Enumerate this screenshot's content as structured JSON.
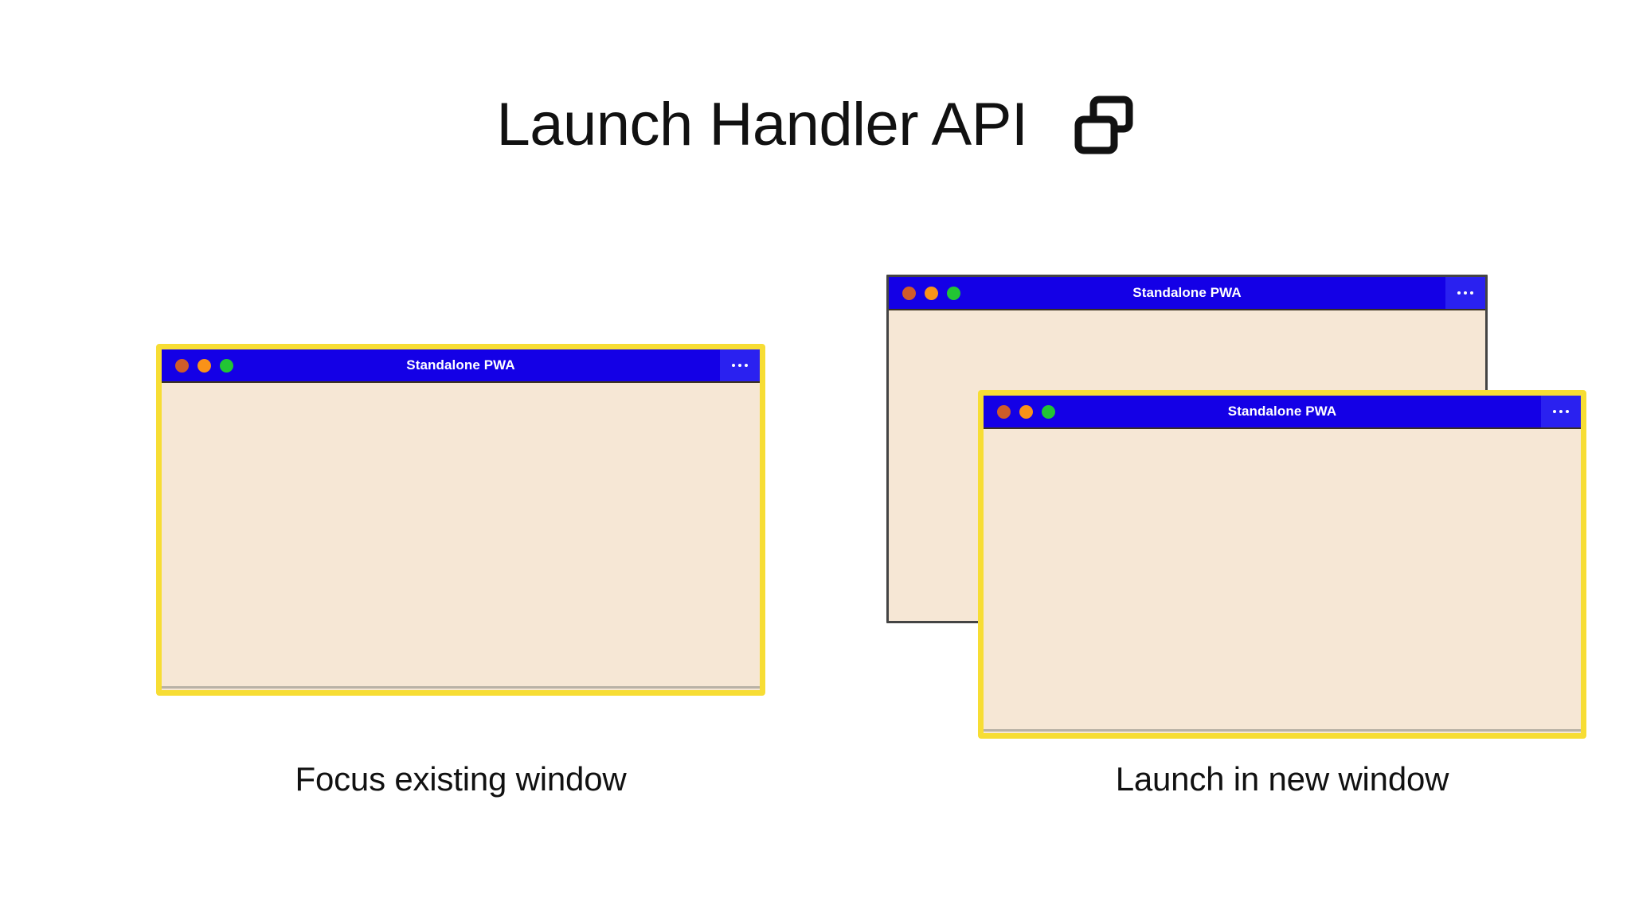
{
  "page": {
    "background_color": "#ffffff",
    "title": "Launch Handler API",
    "title_icon": "multi-window-icon"
  },
  "colors": {
    "titlebar_blue": "#1400e6",
    "menu_panel_blue": "#2a21f0",
    "window_body_cream": "#f6e7d5",
    "focus_highlight_yellow": "#f7dd34",
    "unfocused_border_gray": "#444444",
    "traffic_close": "#cf5c2a",
    "traffic_minimize": "#f99218",
    "traffic_maximize": "#22c534",
    "text_dark": "#111111",
    "titlebar_text": "#ffffff"
  },
  "windows": [
    {
      "id": "focus-existing",
      "title": "Standalone PWA",
      "focused": true,
      "menu_label": "…",
      "traffic_lights": [
        "close",
        "minimize",
        "maximize"
      ]
    },
    {
      "id": "background",
      "title": "Standalone PWA",
      "focused": false,
      "menu_label": "…",
      "traffic_lights": [
        "close",
        "minimize",
        "maximize"
      ]
    },
    {
      "id": "new",
      "title": "Standalone PWA",
      "focused": true,
      "menu_label": "…",
      "traffic_lights": [
        "close",
        "minimize",
        "maximize"
      ]
    }
  ],
  "captions": {
    "left": "Focus existing window",
    "right": "Launch in new window"
  }
}
